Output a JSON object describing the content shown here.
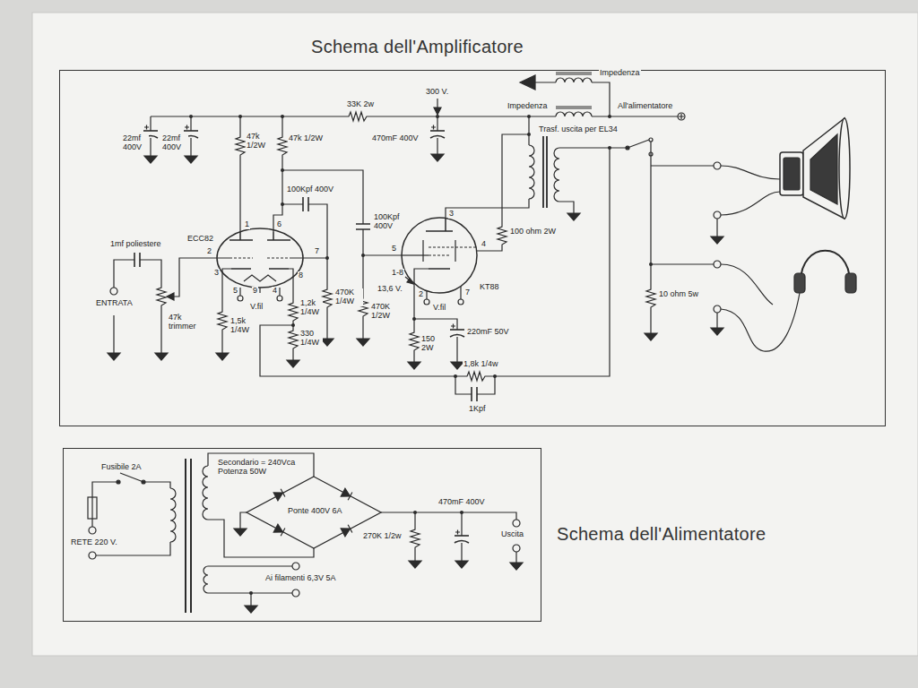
{
  "diagram": {
    "nodes": [
      {
        "text": [
          "Schema dell'Amplificatore"
        ]
      },
      {
        "text": [
          "Schema dell'Alimentatore"
        ]
      }
    ],
    "labels": [
      "300 V.",
      "33K 2w",
      "22mf 400V",
      "22mf 400V",
      "47k 1/2W",
      "47k 1/2W",
      "470mF 400V",
      "Impedenza",
      "Impedenza",
      "All'alimentatore",
      "Trasf. uscita per EL34",
      "100Kpf 400V",
      "100Kpf 400V",
      "1mf poliestere",
      "ECC82",
      "1",
      "6",
      "2",
      "7",
      "3",
      "5",
      "9",
      "4",
      "8",
      "V.fil",
      "KT88",
      "3",
      "4",
      "5",
      "1-8",
      "13,6 V.",
      "2",
      "7",
      "V.fil",
      "ENTRATA",
      "47k trimmer",
      "1,5k 1/4W",
      "1,2k 1/4W",
      "330 1/4W",
      "470K 1/4W",
      "470K 1/2W",
      "100 ohm 2W",
      "150 2W",
      "220mF 50V",
      "10 ohm 5w",
      "1,8k 1/4w",
      "1Kpf",
      "Fusibile 2A",
      "RETE 220 V.",
      "Secondario = 240Vca Potenza 50W",
      "Ponte 400V 6A",
      "470mF 400V",
      "270K 1/2w",
      "Uscita",
      "Ai filamenti 6,3V 5A"
    ]
  }
}
